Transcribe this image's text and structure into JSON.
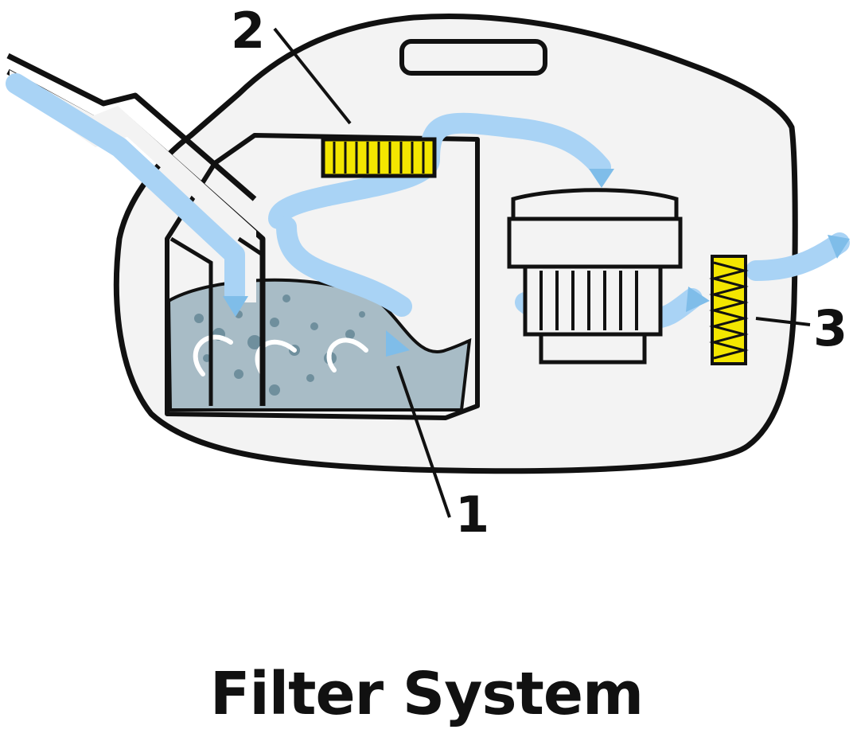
{
  "labels": {
    "one": "1",
    "two": "2",
    "three": "3"
  },
  "title": "Filter System",
  "colors": {
    "outline": "#111111",
    "body_fill": "#f3f3f3",
    "airflow": "#a9d3f5",
    "airflow_dark": "#7fbde9",
    "water": "#a8bcc6",
    "water_dark": "#6f8f9d",
    "filter_yellow": "#f3e600"
  }
}
